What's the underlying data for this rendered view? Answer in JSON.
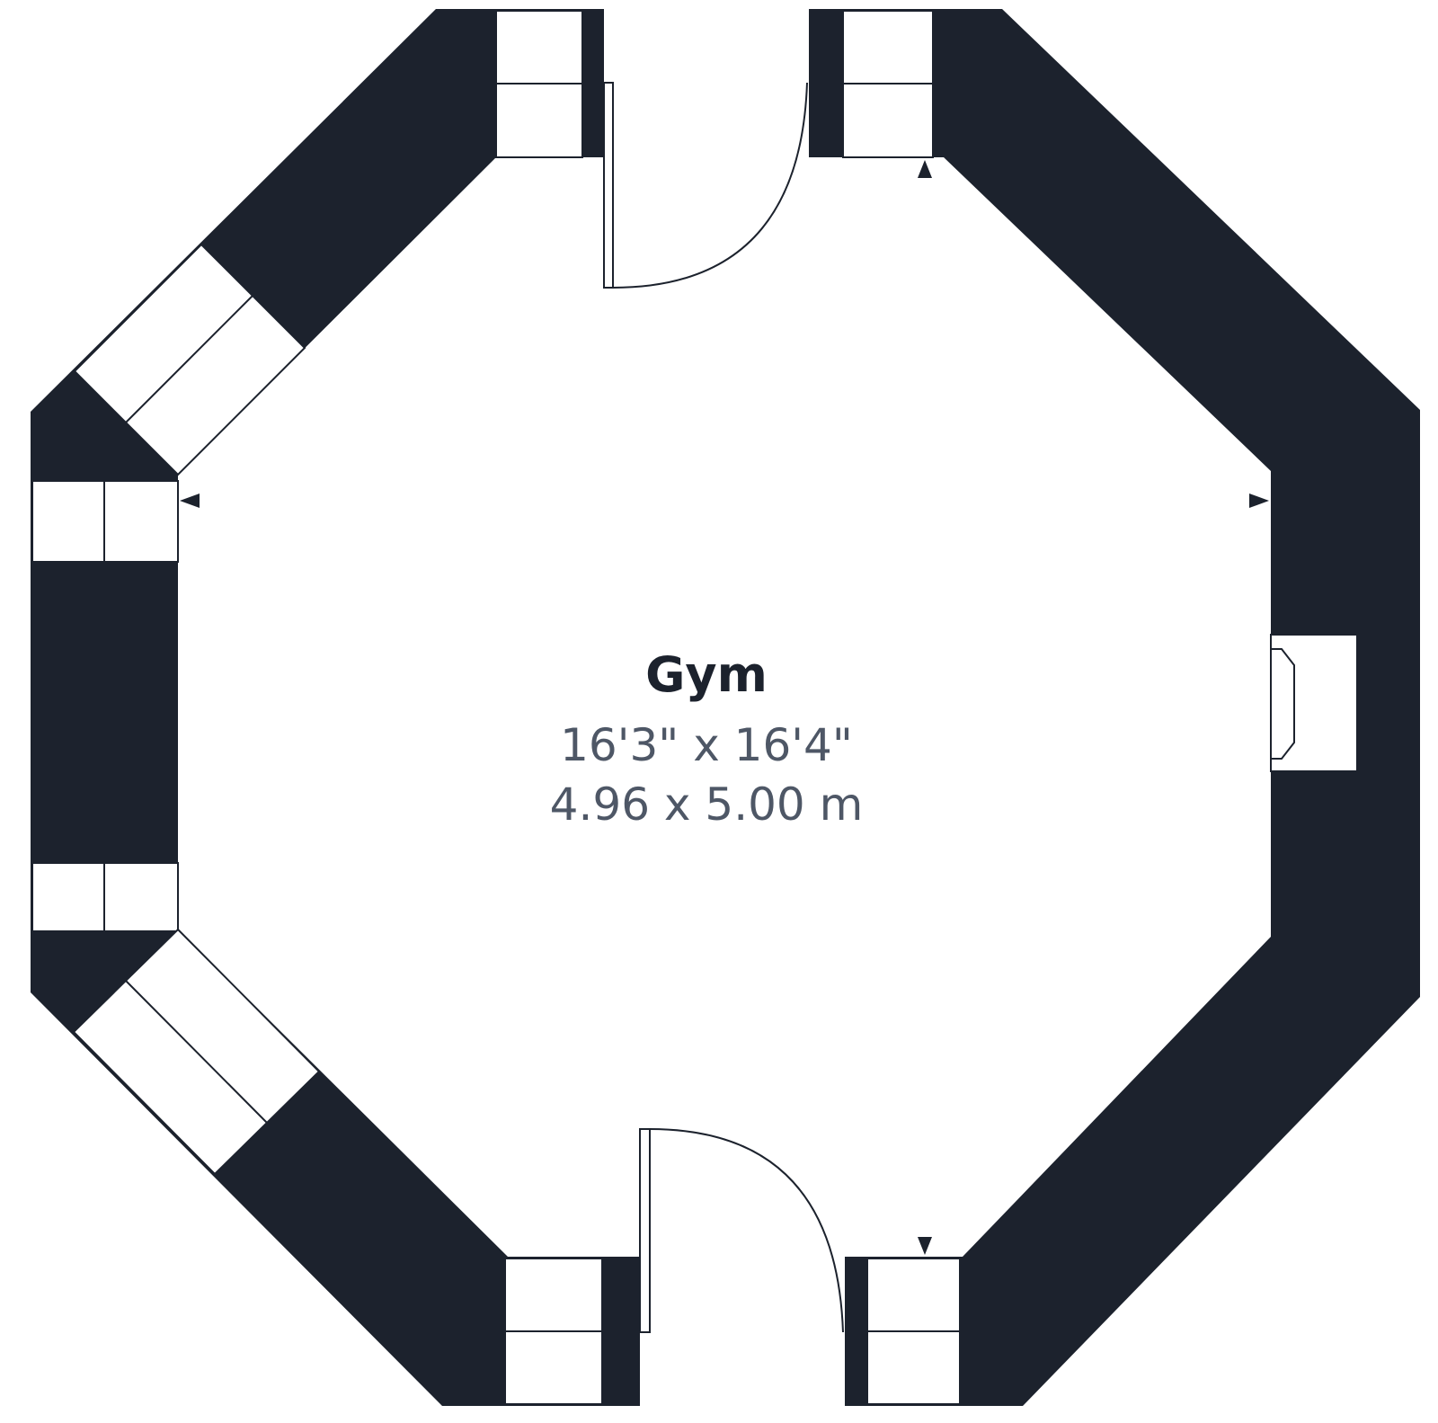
{
  "colors": {
    "wall": "#1c222d",
    "background": "#ffffff",
    "label": "#1c222d",
    "dimensions": "#4e5766"
  },
  "room": {
    "name": "Gym",
    "dimensions_imperial": "16'3\" x 16'4\"",
    "dimensions_metric": "4.96 x 5.00 m"
  }
}
